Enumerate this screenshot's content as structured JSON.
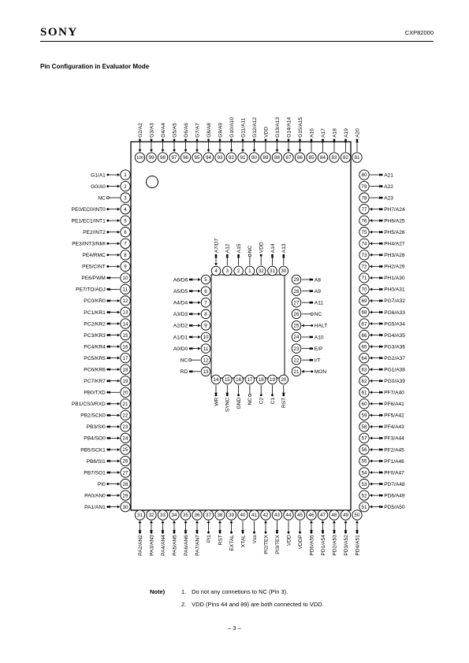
{
  "header": {
    "brand": "SONY",
    "part_number": "CXP82000"
  },
  "title": "Pin Configuration in Evaluator Mode",
  "package": {
    "left": [
      {
        "n": "1",
        "label": "G1/A1",
        "dir": "in"
      },
      {
        "n": "2",
        "label": "G0/A0",
        "dir": "in"
      },
      {
        "n": "3",
        "label": "NC",
        "dir": "nc"
      },
      {
        "n": "4",
        "label": "PE0/EC0/INT0",
        "dir": "in"
      },
      {
        "n": "5",
        "label": "PE1/EC1/INT1",
        "dir": "in"
      },
      {
        "n": "6",
        "label": "PE2/INT2",
        "dir": "in"
      },
      {
        "n": "7",
        "label": "PE3/INT3/NMI",
        "dir": "in"
      },
      {
        "n": "8",
        "label": "PE4/RMC",
        "dir": "in"
      },
      {
        "n": "9",
        "label": "PE5/CINT",
        "dir": "in"
      },
      {
        "n": "10",
        "label": "PE6/PWM",
        "dir": "out"
      },
      {
        "n": "11",
        "label": "PE7/TO/ADJ",
        "dir": "out"
      },
      {
        "n": "12",
        "label": "PC0/KR0",
        "dir": "io"
      },
      {
        "n": "13",
        "label": "PC1/KR1",
        "dir": "io"
      },
      {
        "n": "14",
        "label": "PC2/KR2",
        "dir": "io"
      },
      {
        "n": "15",
        "label": "PC3/KR3",
        "dir": "io"
      },
      {
        "n": "16",
        "label": "PC4/KR4",
        "dir": "io"
      },
      {
        "n": "17",
        "label": "PC5/KR5",
        "dir": "io"
      },
      {
        "n": "18",
        "label": "PC6/KR6",
        "dir": "io"
      },
      {
        "n": "19",
        "label": "PC7/KR7",
        "dir": "io"
      },
      {
        "n": "20",
        "label": "PB0/TXD",
        "dir": "out"
      },
      {
        "n": "21",
        "label": "PB1/CS0/RXD",
        "dir": "io"
      },
      {
        "n": "22",
        "label": "PB2/SCK0",
        "dir": "io"
      },
      {
        "n": "23",
        "label": "PB3/SI0",
        "dir": "io"
      },
      {
        "n": "24",
        "label": "PB4/SO0",
        "dir": "io"
      },
      {
        "n": "25",
        "label": "PB5/SCK1",
        "dir": "io"
      },
      {
        "n": "26",
        "label": "PB6/SI1",
        "dir": "io"
      },
      {
        "n": "27",
        "label": "PB7/SO1",
        "dir": "io"
      },
      {
        "n": "28",
        "label": "PI0",
        "dir": "in"
      },
      {
        "n": "29",
        "label": "PA0/AN0",
        "dir": "io"
      },
      {
        "n": "30",
        "label": "PA1/AN1",
        "dir": "io"
      }
    ],
    "bottom": [
      {
        "n": "31",
        "label": "PA2/AN2",
        "dir": "io"
      },
      {
        "n": "32",
        "label": "PA3/AN3",
        "dir": "io"
      },
      {
        "n": "33",
        "label": "PA4/AN4",
        "dir": "io"
      },
      {
        "n": "34",
        "label": "PA5/AN5",
        "dir": "io"
      },
      {
        "n": "35",
        "label": "PA6/AN6",
        "dir": "io"
      },
      {
        "n": "36",
        "label": "PA7/AN7",
        "dir": "io"
      },
      {
        "n": "37",
        "label": "PI1",
        "dir": "in"
      },
      {
        "n": "38",
        "label": "RST",
        "dir": "io"
      },
      {
        "n": "39",
        "label": "EXTAL",
        "dir": "in"
      },
      {
        "n": "40",
        "label": "XTAL",
        "dir": "out"
      },
      {
        "n": "41",
        "label": "Vss",
        "dir": "pwr"
      },
      {
        "n": "42",
        "label": "PI2/TEX",
        "dir": "in"
      },
      {
        "n": "43",
        "label": "PI3/TEX",
        "dir": "out"
      },
      {
        "n": "44",
        "label": "VDD",
        "dir": "pwr"
      },
      {
        "n": "45",
        "label": "VDDP",
        "dir": "pwr"
      },
      {
        "n": "46",
        "label": "PD0/A55",
        "dir": "io"
      },
      {
        "n": "47",
        "label": "PD1/A54",
        "dir": "io"
      },
      {
        "n": "48",
        "label": "PD2/A53",
        "dir": "io"
      },
      {
        "n": "49",
        "label": "PD3/A52",
        "dir": "io"
      },
      {
        "n": "50",
        "label": "PD4/A51",
        "dir": "io"
      }
    ],
    "right": [
      {
        "n": "80",
        "label": "A21",
        "dir": "out"
      },
      {
        "n": "79",
        "label": "A22",
        "dir": "out"
      },
      {
        "n": "78",
        "label": "A23",
        "dir": "out"
      },
      {
        "n": "77",
        "label": "PH7/A24",
        "dir": "io"
      },
      {
        "n": "76",
        "label": "PH6/A25",
        "dir": "io"
      },
      {
        "n": "75",
        "label": "PH5/A26",
        "dir": "io"
      },
      {
        "n": "74",
        "label": "PH4/A27",
        "dir": "io"
      },
      {
        "n": "73",
        "label": "PH3/A28",
        "dir": "io"
      },
      {
        "n": "72",
        "label": "PH2/A29",
        "dir": "io"
      },
      {
        "n": "71",
        "label": "PH1/A30",
        "dir": "io"
      },
      {
        "n": "70",
        "label": "PH0/A31",
        "dir": "io"
      },
      {
        "n": "69",
        "label": "PG7/A32",
        "dir": "io"
      },
      {
        "n": "68",
        "label": "PG6/A33",
        "dir": "io"
      },
      {
        "n": "67",
        "label": "PG5/A34",
        "dir": "io"
      },
      {
        "n": "66",
        "label": "PG4/A35",
        "dir": "io"
      },
      {
        "n": "65",
        "label": "PG3/A36",
        "dir": "io"
      },
      {
        "n": "64",
        "label": "PG2/A37",
        "dir": "io"
      },
      {
        "n": "63",
        "label": "PG1/A38",
        "dir": "io"
      },
      {
        "n": "62",
        "label": "PG0/A39",
        "dir": "io"
      },
      {
        "n": "61",
        "label": "PF7/A40",
        "dir": "io"
      },
      {
        "n": "60",
        "label": "PF6/A41",
        "dir": "io"
      },
      {
        "n": "59",
        "label": "PF5/A42",
        "dir": "io"
      },
      {
        "n": "58",
        "label": "PF4/A43",
        "dir": "io"
      },
      {
        "n": "57",
        "label": "PF3/A44",
        "dir": "io"
      },
      {
        "n": "56",
        "label": "PF2/A45",
        "dir": "io"
      },
      {
        "n": "55",
        "label": "PF1/A46",
        "dir": "io"
      },
      {
        "n": "54",
        "label": "PF0/A47",
        "dir": "io"
      },
      {
        "n": "53",
        "label": "PD7/A48",
        "dir": "io"
      },
      {
        "n": "52",
        "label": "PD6/A49",
        "dir": "io"
      },
      {
        "n": "51",
        "label": "PD5/A50",
        "dir": "io"
      }
    ],
    "top": [
      {
        "n": "100",
        "label": "G2/A2",
        "dir": "in"
      },
      {
        "n": "99",
        "label": "G3/A3",
        "dir": "in"
      },
      {
        "n": "98",
        "label": "G4/A4",
        "dir": "in"
      },
      {
        "n": "97",
        "label": "G5/A5",
        "dir": "in"
      },
      {
        "n": "96",
        "label": "G6/A6",
        "dir": "in"
      },
      {
        "n": "95",
        "label": "G7/A7",
        "dir": "in"
      },
      {
        "n": "94",
        "label": "G8/A8",
        "dir": "in"
      },
      {
        "n": "93",
        "label": "G9/A9",
        "dir": "in"
      },
      {
        "n": "92",
        "label": "G10/A10",
        "dir": "in"
      },
      {
        "n": "91",
        "label": "G11/A11",
        "dir": "in"
      },
      {
        "n": "90",
        "label": "G12/A12",
        "dir": "in"
      },
      {
        "n": "89",
        "label": "VDD",
        "dir": "pwr"
      },
      {
        "n": "88",
        "label": "G13/A13",
        "dir": "in"
      },
      {
        "n": "87",
        "label": "G14/A14",
        "dir": "in"
      },
      {
        "n": "86",
        "label": "G15/A15",
        "dir": "in"
      },
      {
        "n": "85",
        "label": "A16",
        "dir": "out"
      },
      {
        "n": "84",
        "label": "A17",
        "dir": "out"
      },
      {
        "n": "83",
        "label": "A18",
        "dir": "out"
      },
      {
        "n": "82",
        "label": "A19",
        "dir": "out"
      },
      {
        "n": "81",
        "label": "A20",
        "dir": "out"
      }
    ]
  },
  "socket": {
    "left": [
      {
        "n": "5",
        "label": "A6/D6",
        "dir": "io"
      },
      {
        "n": "6",
        "label": "A5/D5",
        "dir": "io"
      },
      {
        "n": "7",
        "label": "A4/D4",
        "dir": "io"
      },
      {
        "n": "8",
        "label": "A3/D3",
        "dir": "io"
      },
      {
        "n": "9",
        "label": "A2/D2",
        "dir": "io"
      },
      {
        "n": "10",
        "label": "A1/D1",
        "dir": "io"
      },
      {
        "n": "11",
        "label": "A0/D0",
        "dir": "io"
      },
      {
        "n": "12",
        "label": "NC",
        "dir": "nc"
      },
      {
        "n": "13",
        "label": "RD",
        "dir": "out"
      }
    ],
    "top": [
      {
        "n": "4",
        "label": "A7/D7",
        "dir": "io"
      },
      {
        "n": "3",
        "label": "A12",
        "dir": "out"
      },
      {
        "n": "2",
        "label": "A15",
        "dir": "out"
      },
      {
        "n": "1",
        "label": "NC",
        "dir": "nc"
      },
      {
        "n": "32",
        "label": "VDD",
        "dir": "pwr"
      },
      {
        "n": "31",
        "label": "A14",
        "dir": "out"
      },
      {
        "n": "30",
        "label": "A13",
        "dir": "out"
      }
    ],
    "right": [
      {
        "n": "29",
        "label": "A8",
        "dir": "out"
      },
      {
        "n": "28",
        "label": "A9",
        "dir": "out"
      },
      {
        "n": "27",
        "label": "A11",
        "dir": "out"
      },
      {
        "n": "26",
        "label": "NC",
        "dir": "nc"
      },
      {
        "n": "25",
        "label": "HALT",
        "dir": "in"
      },
      {
        "n": "24",
        "label": "A10",
        "dir": "out"
      },
      {
        "n": "23",
        "label": "E/P",
        "dir": "out"
      },
      {
        "n": "22",
        "label": "I/T",
        "dir": "out"
      },
      {
        "n": "21",
        "label": "MON",
        "dir": "in"
      }
    ],
    "bottom": [
      {
        "n": "14",
        "label": "WR",
        "dir": "out"
      },
      {
        "n": "15",
        "label": "SYNC",
        "dir": "out"
      },
      {
        "n": "16",
        "label": "GND",
        "dir": "pwr"
      },
      {
        "n": "17",
        "label": "NC",
        "dir": "nc"
      },
      {
        "n": "18",
        "label": "C2",
        "dir": "pwr"
      },
      {
        "n": "19",
        "label": "C1",
        "dir": "pwr"
      },
      {
        "n": "20",
        "label": "RST",
        "dir": "out"
      }
    ]
  },
  "notes": {
    "label": "Note)",
    "items": [
      {
        "num": "1.",
        "text": "Do not any connetions to NC (Pin 3)."
      },
      {
        "num": "2.",
        "text": "VDD (Pins 44 and 89) are both connected to VDD."
      }
    ]
  },
  "page_number": "– 3 –"
}
